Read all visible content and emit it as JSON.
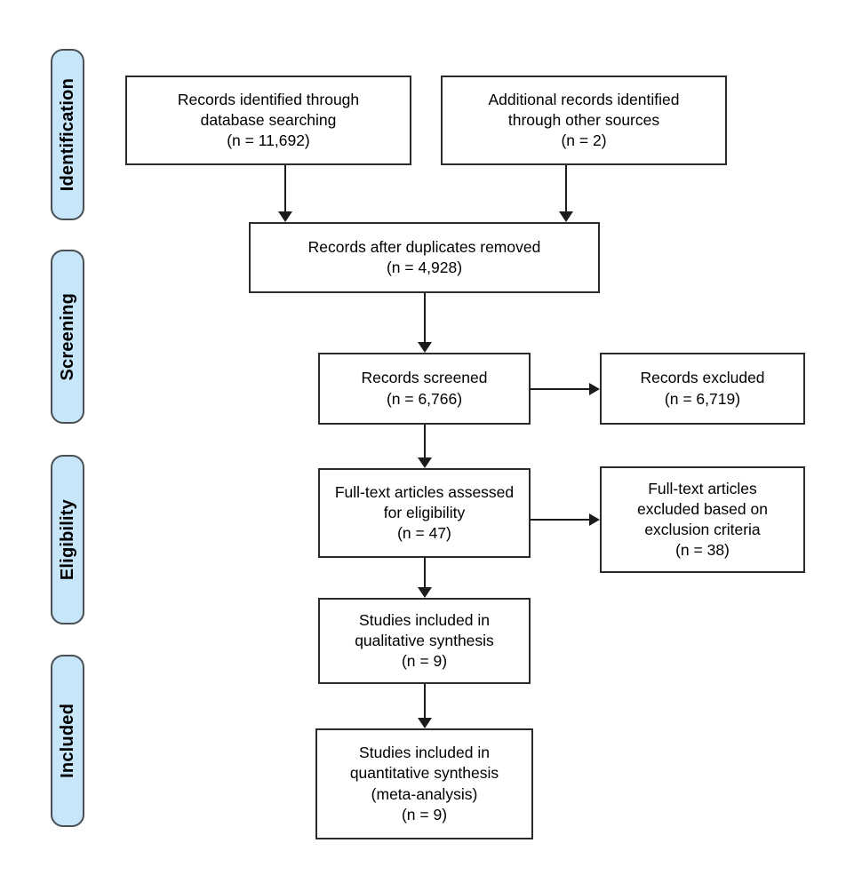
{
  "diagram": {
    "type": "prisma-flow-diagram",
    "stages": [
      {
        "id": "identification",
        "label": "Identification"
      },
      {
        "id": "screening",
        "label": "Screening"
      },
      {
        "id": "eligibility",
        "label": "Eligibility"
      },
      {
        "id": "included",
        "label": "Included"
      }
    ],
    "boxes": [
      {
        "id": "records-identified-database",
        "stage": "identification",
        "text": "Records identified through\ndatabase searching\n(n = 11,692)",
        "count": 11692
      },
      {
        "id": "additional-records-other-sources",
        "stage": "identification",
        "text": "Additional records identified\nthrough other sources\n(n = 2)",
        "count": 2
      },
      {
        "id": "records-after-duplicates-removed",
        "stage": "screening",
        "text": "Records after duplicates removed\n(n = 4,928)",
        "count": 4928
      },
      {
        "id": "records-screened",
        "stage": "screening",
        "text": "Records screened\n(n = 6,766)",
        "count": 6766
      },
      {
        "id": "records-excluded",
        "stage": "screening",
        "text": "Records excluded\n(n = 6,719)",
        "count": 6719
      },
      {
        "id": "full-text-assessed",
        "stage": "eligibility",
        "text": "Full-text articles assessed\nfor eligibility\n(n = 47)",
        "count": 47
      },
      {
        "id": "full-text-excluded",
        "stage": "eligibility",
        "text": "Full-text articles\nexcluded based on\nexclusion criteria\n(n = 38)",
        "count": 38
      },
      {
        "id": "studies-qualitative-synthesis",
        "stage": "included",
        "text": "Studies included in\nqualitative synthesis\n(n = 9)",
        "count": 9
      },
      {
        "id": "studies-quantitative-synthesis",
        "stage": "included",
        "text": "Studies included in\nquantitative synthesis\n(meta-analysis)\n(n = 9)",
        "count": 9
      }
    ],
    "colors": {
      "stage_fill": "#c8e6fa",
      "stage_border": "#4a4f54",
      "box_fill": "#ffffff",
      "box_border": "#2b2b2b",
      "connector": "#1b1b1b",
      "text": "#000000",
      "background": "#ffffff"
    }
  }
}
